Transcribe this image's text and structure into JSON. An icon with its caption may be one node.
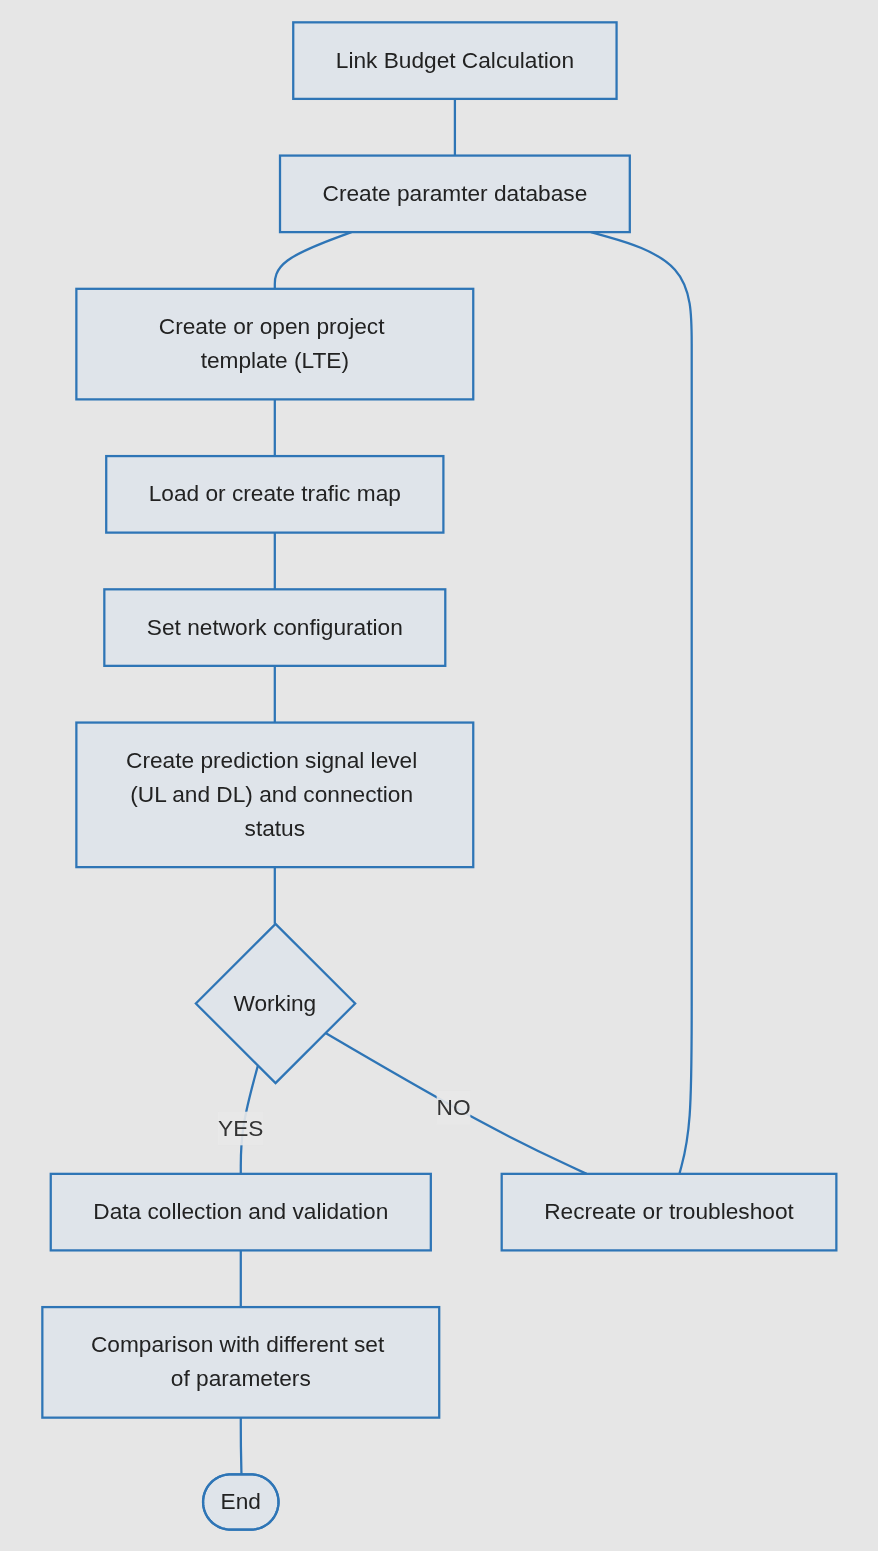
{
  "diagram": {
    "nodes": [
      {
        "text": [
          "Link Budget Calculation"
        ]
      },
      {
        "text": [
          "Create paramter database"
        ]
      },
      {
        "text": [
          "Create or open project template (LTE)"
        ]
      },
      {
        "text": [
          "Load or create trafic map"
        ]
      },
      {
        "text": [
          "Set network configuration"
        ]
      },
      {
        "text": [
          "Create prediction signal level (UL and DL) and connection status"
        ]
      },
      {
        "text": [
          "Working"
        ]
      },
      {
        "text": [
          "Data collection and validation"
        ]
      },
      {
        "text": [
          "Comparison with different set of parameters"
        ]
      },
      {
        "text": [
          "End"
        ]
      },
      {
        "text": [
          "Recreate or troubleshoot"
        ]
      }
    ],
    "edges": [
      {
        "from": 0,
        "to": 1,
        "arrow": "none"
      },
      {
        "from": 1,
        "to": 2,
        "arrow": "none"
      },
      {
        "from": 2,
        "to": 3,
        "arrow": "none"
      },
      {
        "from": 3,
        "to": 4,
        "arrow": "none"
      },
      {
        "from": 4,
        "to": 5,
        "arrow": "none"
      },
      {
        "from": 5,
        "to": 6,
        "arrow": "none"
      },
      {
        "from": 6,
        "to": 7,
        "arrow": "none",
        "label": "YES"
      },
      {
        "from": 7,
        "to": 8,
        "arrow": "none"
      },
      {
        "from": 8,
        "to": 9,
        "arrow": "none"
      },
      {
        "from": 6,
        "to": 10,
        "arrow": "none",
        "label": "NO"
      },
      {
        "from": 10,
        "to": 1,
        "arrow": "none"
      }
    ]
  }
}
